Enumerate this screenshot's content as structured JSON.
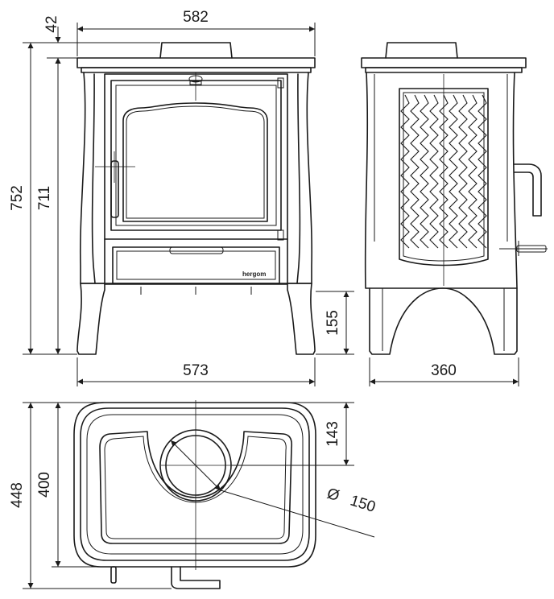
{
  "dimensions": {
    "top_width": "582",
    "flue_offset": "42",
    "total_height": "752",
    "body_height": "711",
    "leg_height": "155",
    "base_width": "573",
    "depth": "360",
    "plan_depth_outer": "448",
    "plan_depth_inner": "400",
    "flue_from_back": "143",
    "flue_diameter_symbol": "Ø",
    "flue_diameter": "150"
  },
  "brand_label": "hergom",
  "colors": {
    "line": "#1a1a1a",
    "background": "#ffffff"
  }
}
